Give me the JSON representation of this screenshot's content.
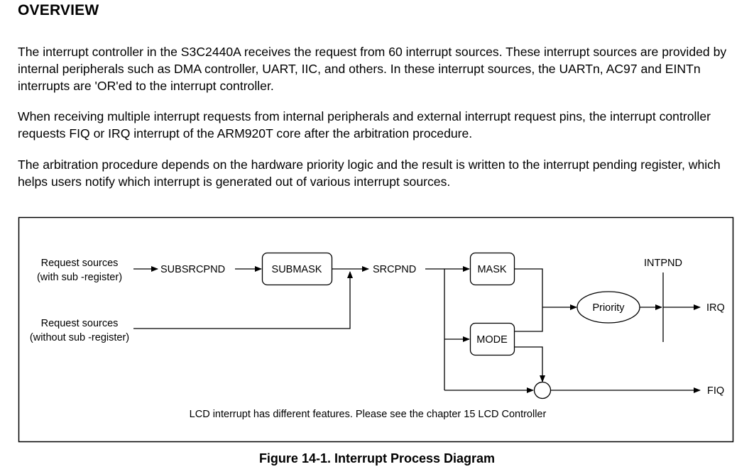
{
  "heading": "OVERVIEW",
  "paragraphs": {
    "p1": "The interrupt controller in the S3C2440A receives the request from 60 interrupt sources. These interrupt sources are provided by internal peripherals such as DMA controller, UART, IIC, and others. In these interrupt sources, the UARTn, AC97 and EINTn interrupts are 'OR'ed to the interrupt controller.",
    "p2": "When receiving multiple interrupt requests from internal peripherals and external interrupt request pins, the interrupt controller requests FIQ or IRQ interrupt of the ARM920T core after the arbitration procedure.",
    "p3": "The arbitration procedure depends on the hardware priority logic and the result is written to the interrupt pending register, which helps users notify which interrupt is generated out of various interrupt sources."
  },
  "diagram": {
    "source_sub_line1": "Request sources",
    "source_sub_line2": "(with sub -register)",
    "source_nosub_line1": "Request sources",
    "source_nosub_line2": "(without sub -register)",
    "subsrcpnd": "SUBSRCPND",
    "submask": "SUBMASK",
    "srcpnd": "SRCPND",
    "mask": "MASK",
    "mode": "MODE",
    "priority": "Priority",
    "intpnd": "INTPND",
    "irq": "IRQ",
    "fiq": "FIQ",
    "note": "LCD interrupt has different features. Please see the chapter 15 LCD Controller"
  },
  "caption": "Figure 14-1. Interrupt Process Diagram"
}
